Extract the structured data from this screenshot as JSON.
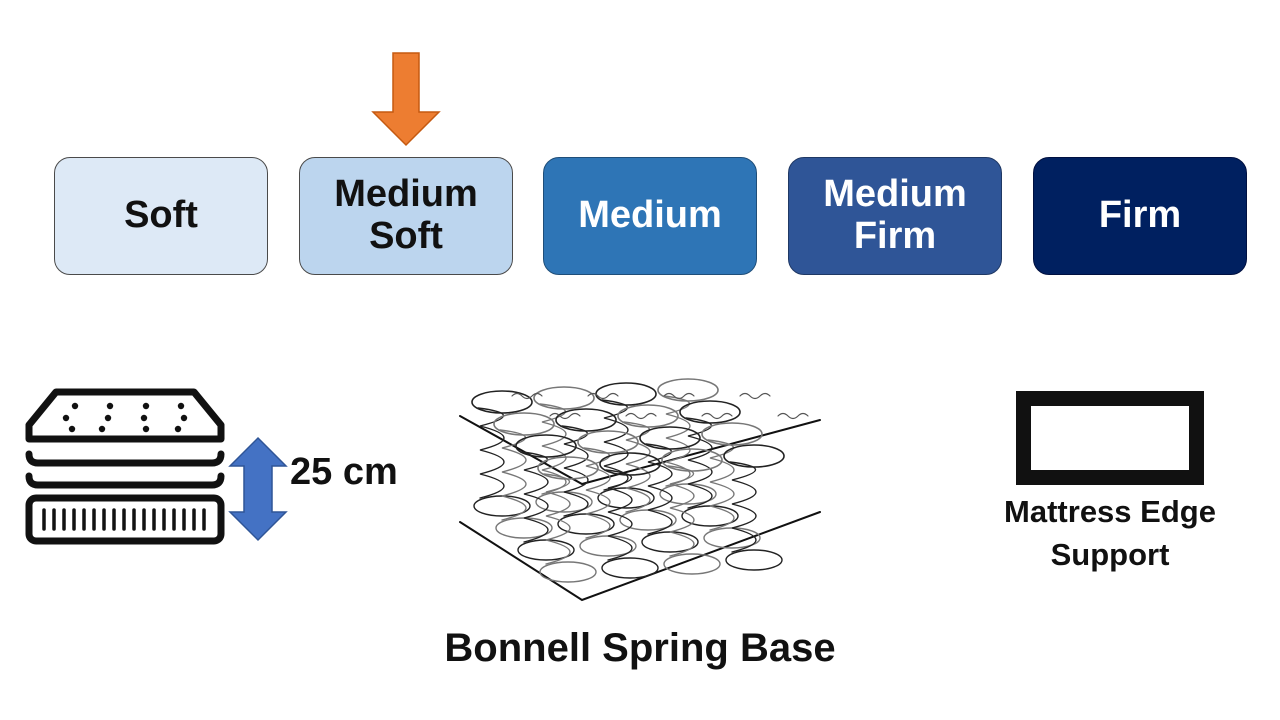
{
  "firmness_scale": {
    "levels": [
      {
        "label": "Soft",
        "color": "#dde9f6"
      },
      {
        "label": "Medium\nSoft",
        "color": "#bcd5ee"
      },
      {
        "label": "Medium",
        "color": "#2e75b6"
      },
      {
        "label": "Medium\nFirm",
        "color": "#2f5597"
      },
      {
        "label": "Firm",
        "color": "#002060"
      }
    ],
    "selected": "Medium Soft",
    "indicator_color": "#ed7d31"
  },
  "mattress_height": {
    "value": "25 cm",
    "arrow_color": "#4472c4"
  },
  "spring_base": {
    "label": "Bonnell Spring Base"
  },
  "edge_support": {
    "label": "Mattress Edge\nSupport"
  }
}
